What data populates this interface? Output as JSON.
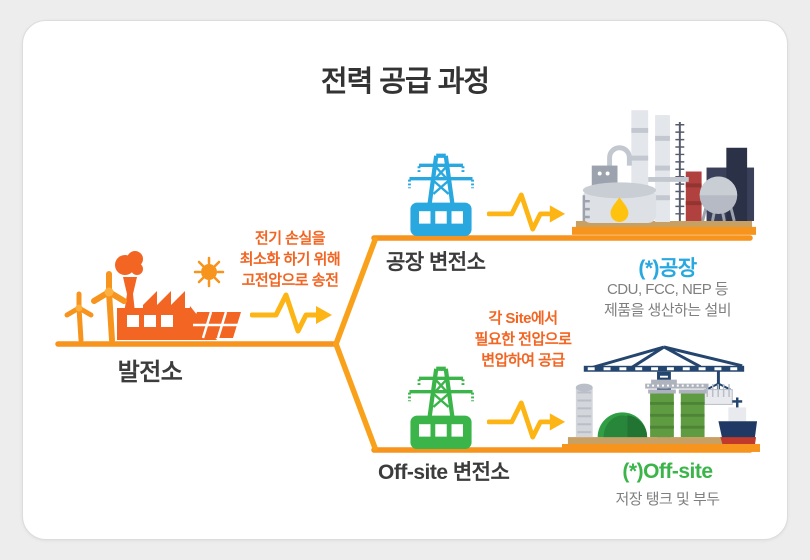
{
  "title": "전력 공급 과정",
  "colors": {
    "line_orange": "#f7941d",
    "note_orange": "#f26522",
    "pulse_yellow": "#fdb515",
    "factory_blue": "#29a8e0",
    "offsite_green": "#3bb54a",
    "heading_dark": "#333333",
    "desc_gray": "#7f7f7f"
  },
  "generator": {
    "label": "발전소",
    "icon": "power-plant-icon",
    "note": [
      "전기 손실을",
      "최소화 하기 위해",
      "고전압으로 송전"
    ]
  },
  "factory_branch": {
    "substation_label": "공장 변전소",
    "substation_icon": "transmission-tower-icon",
    "pulse_icon": "power-pulse-arrow-icon",
    "destination_icon": "refinery-plant-icon",
    "destination_title": "(*)공장",
    "destination_desc": [
      "CDU, FCC, NEP 등",
      "제품을 생산하는 설비"
    ]
  },
  "offsite_branch": {
    "note": [
      "각 Site에서",
      "필요한 전압으로",
      "변압하여 공급"
    ],
    "substation_label": "Off-site 변전소",
    "substation_icon": "transmission-tower-icon",
    "pulse_icon": "power-pulse-arrow-icon",
    "destination_icon": "port-terminal-icon",
    "destination_title": "(*)Off-site",
    "destination_desc": "저장 탱크 및 부두"
  }
}
